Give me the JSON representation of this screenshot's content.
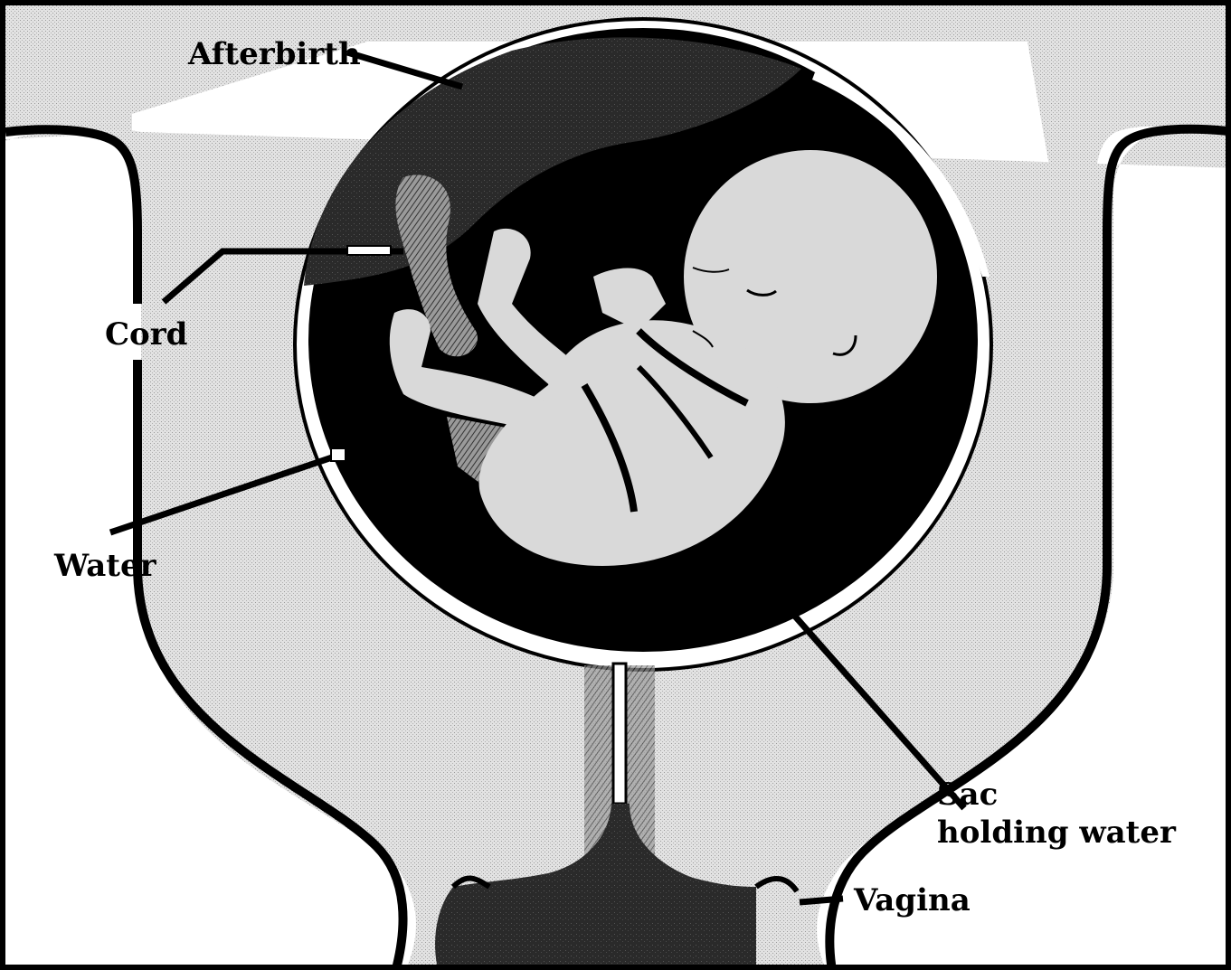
{
  "colors": {
    "background": "#ffffff",
    "stipple": "#d9d9d9",
    "outline": "#000000",
    "fluid": "#000000",
    "placenta": "#3a3a3a",
    "cord": "#6a6a6a",
    "baby": "#d6d6d6"
  },
  "labels": {
    "afterbirth": "Afterbirth",
    "cord": "Cord",
    "water": "Water",
    "sac_line1": "Sac",
    "sac_line2": "holding water",
    "vagina": "Vagina"
  }
}
